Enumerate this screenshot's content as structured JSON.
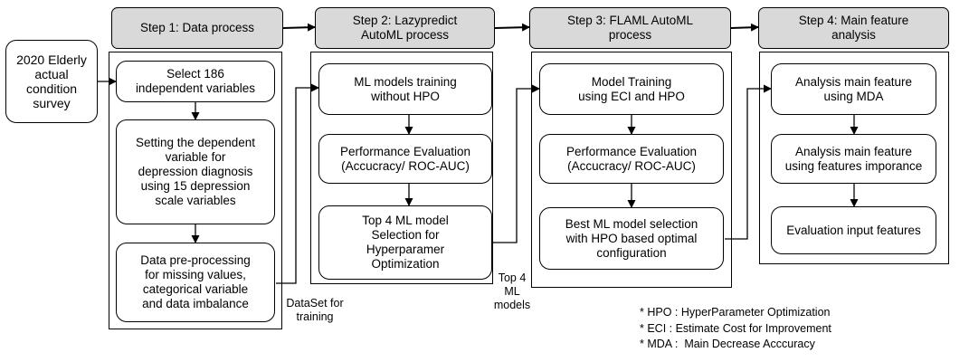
{
  "source": {
    "label": "2020 Elderly\nactual\ncondition\nsurvey"
  },
  "steps": [
    {
      "title": "Step 1: Data process",
      "boxes": [
        "Select 186\nindependent variables",
        "Setting the dependent\nvariable for\ndepression diagnosis\nusing 15 depression\nscale variables",
        "Data pre-processing\nfor missing values,\ncategorical variable\nand data imbalance"
      ]
    },
    {
      "title": "Step 2: Lazypredict\nAutoML process",
      "boxes": [
        "ML models training\nwithout HPO",
        "Performance Evaluation\n(Accucracy/ ROC-AUC)",
        "Top 4 ML model\nSelection for\nHyperparamer\nOptimization"
      ]
    },
    {
      "title": "Step 3: FLAML AutoML\nprocess",
      "boxes": [
        "Model Training\nusing ECI and HPO",
        "Performance Evaluation\n(Accucracy/ ROC-AUC)",
        "Best ML model selection\nwith HPO based optimal\nconfiguration"
      ]
    },
    {
      "title": "Step 4: Main feature\nanalysis",
      "boxes": [
        "Analysis main feature\nusing MDA",
        "Analysis main feature\nusing features imporance",
        "Evaluation input features"
      ]
    }
  ],
  "connector_labels": {
    "dataset": "DataSet for\ntraining",
    "top4": "Top 4\nML\nmodels"
  },
  "notes": [
    "* HPO : HyperParameter Optimization",
    "* ECI : Estimate Cost for Improvement",
    "* MDA :  Main Decrease Acccuracy"
  ]
}
